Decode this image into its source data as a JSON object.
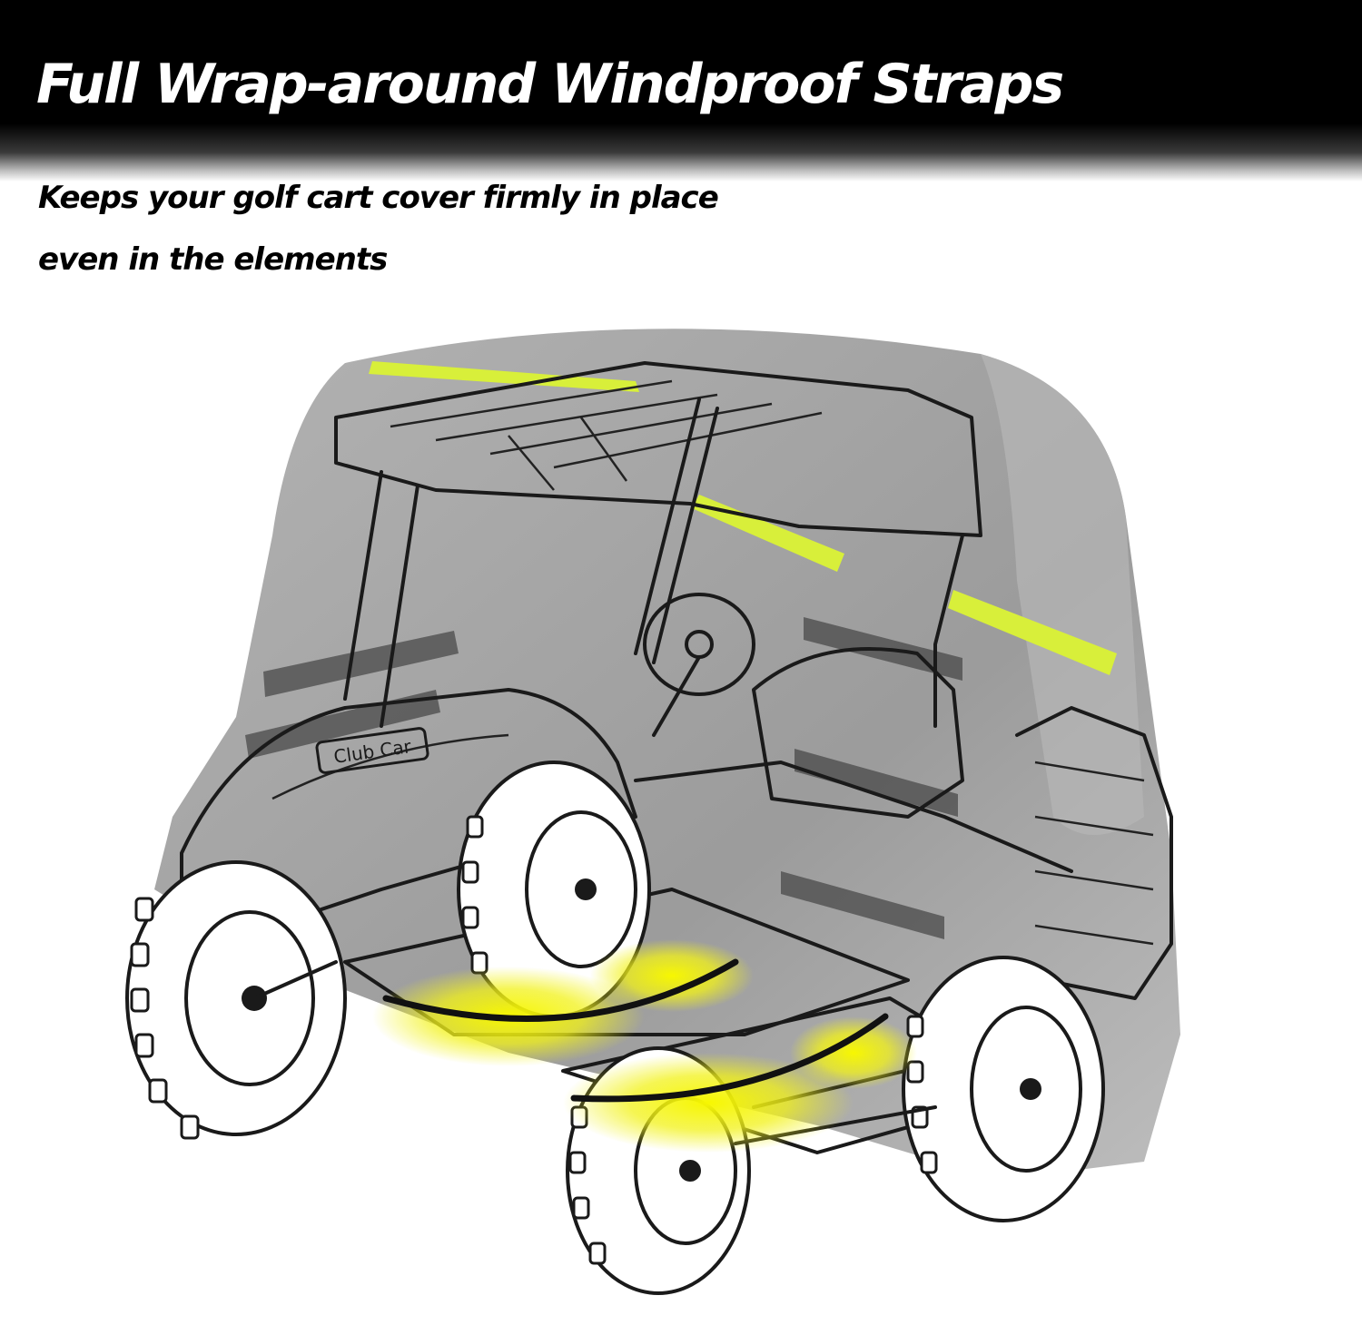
{
  "headline": "Full Wrap-around Windproof Straps",
  "subheadline_line1": "Keeps your golf cart cover firmly in place",
  "subheadline_line2": "even in the elements",
  "cart_badge_text": "Club Car",
  "colors": {
    "header_background": "#000000",
    "headline_text": "#ffffff",
    "body_text": "#000000",
    "cover_fabric": "#9a9a9a",
    "reflective_strip": "#d8ef3a",
    "strap_highlight": "#f2f21a",
    "strap_line": "#111111"
  },
  "icons": [
    "golf-cart-cover-illustration",
    "windproof-strap-icon",
    "reflective-strip-icon"
  ]
}
